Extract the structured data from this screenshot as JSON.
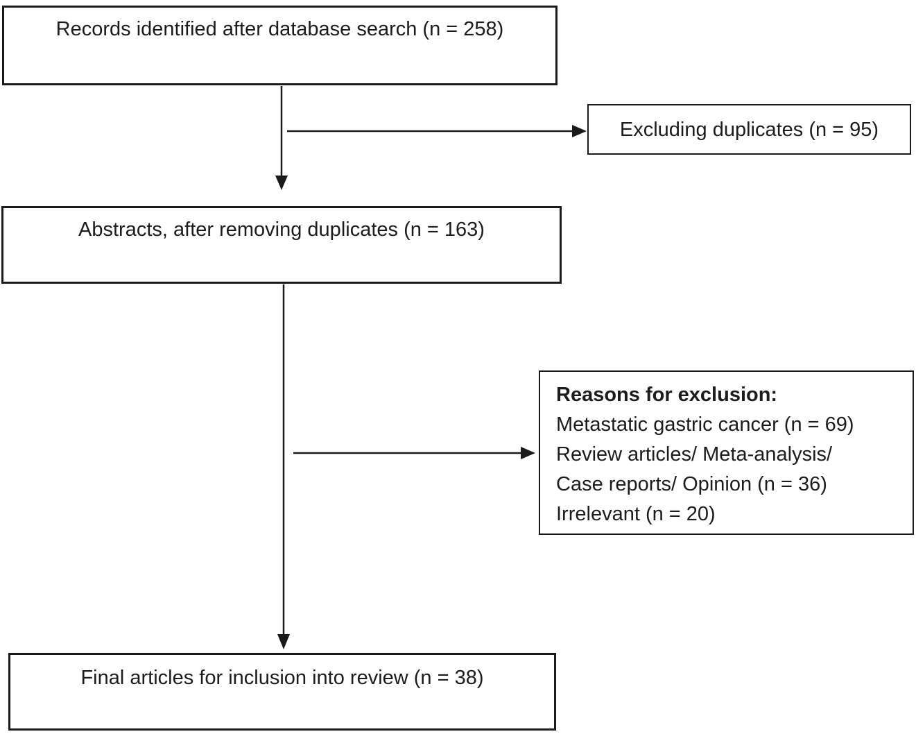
{
  "diagram": {
    "title_semantic": "PRISMA-style literature selection flowchart",
    "colors": {
      "background": "#ffffff",
      "border": "#1a1a1a",
      "text": "#1c1c1c",
      "arrow": "#1a1a1a"
    },
    "boxes": {
      "records": {
        "label": "Records identified after database search (n = 258)",
        "n": 258
      },
      "excluding": {
        "label": "Excluding duplicates (n = 95)",
        "n": 95
      },
      "abstracts": {
        "label": "Abstracts, after removing duplicates (n = 163)",
        "n": 163
      },
      "reasons": {
        "title": "Reasons for exclusion:",
        "lines": [
          "Metastatic gastric cancer (n = 69)",
          "Review articles/ Meta-analysis/",
          "Case reports/ Opinion (n = 36)",
          "Irrelevant (n = 20)"
        ]
      },
      "final": {
        "label": "Final articles for inclusion into review (n = 38)",
        "n": 38
      }
    },
    "flow": [
      "records -> abstracts",
      "records -> excluding (branch)",
      "abstracts -> final",
      "abstracts -> reasons (branch)"
    ]
  }
}
